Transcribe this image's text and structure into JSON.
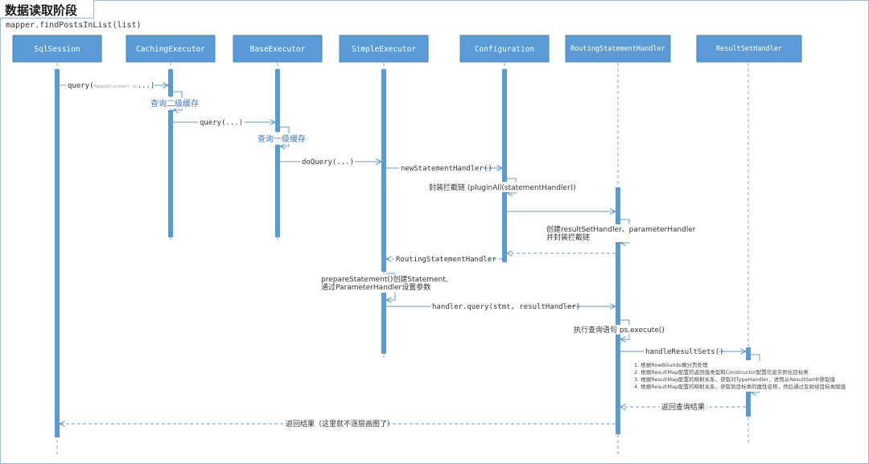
{
  "title": "数据读取阶段",
  "subtitle": "mapper.findPostsInList(list)",
  "participants": [
    {
      "name": "SqlSession"
    },
    {
      "name": "CachingExecutor"
    },
    {
      "name": "BaseExecutor"
    },
    {
      "name": "SimpleExecutor"
    },
    {
      "name": "Configuration"
    },
    {
      "name": "RoutingStatementHandler"
    },
    {
      "name": "ResultSetHandler"
    }
  ],
  "messages": {
    "query_mapped": "query(",
    "query_mapped_arg": "MappedStatement ms",
    "query_mapped_end": "...)",
    "query_cache_note": "查询二级缓存",
    "query_base": "query(...)",
    "query_local_note": "查询一级缓存",
    "do_query": "doQuery(...)",
    "new_statement_handler": "newStatementHandler()",
    "plugin_all": "封装拦截链 (pluginAll(statementHandler))",
    "create_handlers_line1": "创建resultSetHandler、parameterHandler",
    "create_handlers_line2": "并封装拦截链",
    "return_routing": "RoutingStatementHandler",
    "prepare_line1": "prepareStatement()创建Statement,",
    "prepare_line2": "通过ParameterHandler设置参数",
    "handler_query": "handler.query(stmt, resultHandler)",
    "execute": "执行查询语句 ps.execute()",
    "handle_result_sets": "handleResultSets()",
    "result_notes": [
      "1. 根据RowBounds做分页处理",
      "2. 根据ResultMap配置的返回值类型和Constructor配置信息实例化目标类",
      "3. 根据ResultMap配置的映射关系，获取对TypeHandler，进而从ResultSet中获取值",
      "4. 根据ResultMap配置的映射关系，获取到目标类的属性名称，然后通过反射给目标类赋值"
    ],
    "return_query_result": "返回查询结果",
    "return_result_final": "返回结果（这里就不逐层画图了）"
  },
  "colors": {
    "participant_fill": "#5b9bd5",
    "line": "#5b9bd5",
    "note_text": "#3a78c2"
  }
}
